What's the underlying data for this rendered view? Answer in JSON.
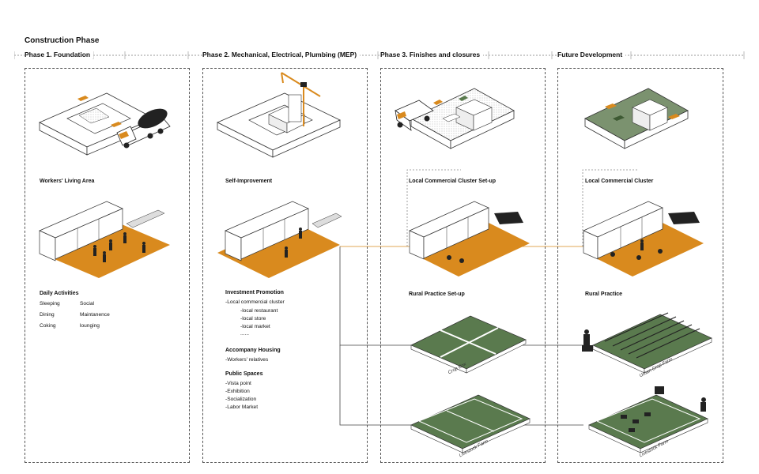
{
  "title": "Construction Phase",
  "phases": [
    "Phase 1. Foundation",
    "Phase 2. Mechanical, Electrical, Plumbing (MEP)",
    "Phase 3. Finishes and closures",
    "Future Development"
  ],
  "sections": {
    "col1": "Workers' Living Area",
    "col2": "Self-Improvement",
    "col3": "Local Commercial Cluster Set-up",
    "col4": "Local Commercial Cluster",
    "col3b": "Rural Practice Set-up",
    "col4b": "Rural Practice"
  },
  "daily": {
    "heading": "Daily Activities",
    "left": [
      "Sleeping",
      "Dining",
      "Coking"
    ],
    "right": [
      "Social",
      "Maintanence",
      "lounging"
    ]
  },
  "investment": {
    "heading": "Investment Promotion",
    "lead": "-Local commercial cluster",
    "items": [
      "-local restaurant",
      "-local store",
      "-local market",
      "......"
    ]
  },
  "housing": {
    "heading": "Accompany Housing",
    "items": [
      "-Workers' relatives"
    ]
  },
  "public": {
    "heading": "Public Spaces",
    "items": [
      "-Vista point",
      "-Exhibition",
      "-Socialization",
      "-Labor Market"
    ]
  },
  "farm_labels": {
    "crop_box": "Crop Box",
    "livestock_farm": "Livestock Farm",
    "urban_crop_farm": "Urban Crop Farm"
  },
  "colors": {
    "orange": "#d98a1e",
    "green": "#5a7a4e",
    "line": "#333333"
  }
}
